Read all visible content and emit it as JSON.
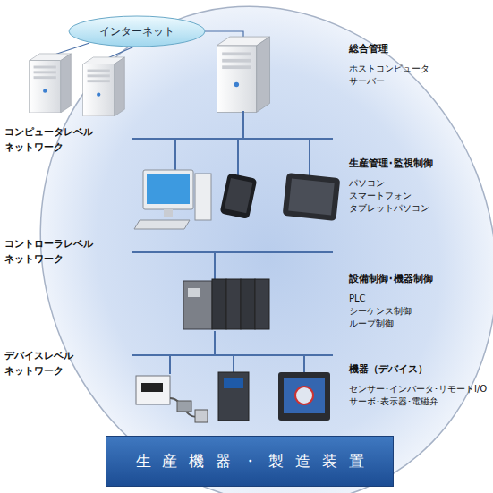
{
  "diagram": {
    "nodes": [
      {
        "text": [
          "インターネット"
        ]
      },
      {
        "text": [
          "生産機器・製造装置"
        ]
      }
    ],
    "labels": [
      "総合管理",
      "ホストコンピュータ",
      "サーバー",
      "コンピュータレベル ネットワーク",
      "生産管理･監視制御",
      "パソコン",
      "スマートフォン",
      "タブレットパソコン",
      "コントローラレベル ネットワーク",
      "設備制御･機器制御",
      "PLC",
      "シーケンス制御",
      "ループ制御",
      "デバイスレベル ネットワーク",
      "機器（デバイス）",
      "センサー･インバータ･リモートI/O",
      "サーボ･表示器･電磁弁"
    ]
  }
}
